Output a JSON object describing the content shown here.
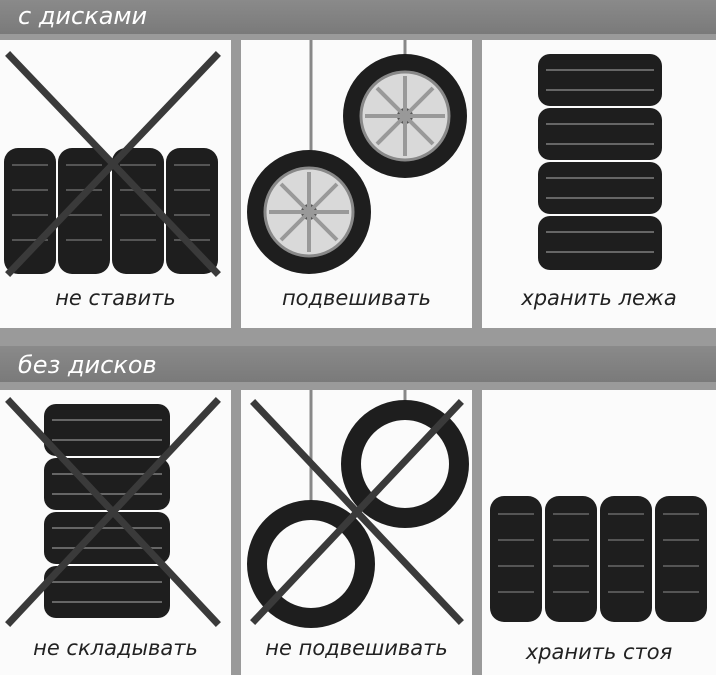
{
  "sections": [
    {
      "title": "с дисками",
      "panels": [
        {
          "caption": "не ставить",
          "crossed": true,
          "icon": "tires-with-rims-standing-icon"
        },
        {
          "caption": "подвешивать",
          "crossed": false,
          "icon": "hanging-wheels-with-rims-icon"
        },
        {
          "caption": "хранить лежа",
          "crossed": false,
          "icon": "stacked-tires-icon"
        }
      ]
    },
    {
      "title": "без дисков",
      "panels": [
        {
          "caption": "не складывать",
          "crossed": true,
          "icon": "stacked-tires-icon"
        },
        {
          "caption": "не подвешивать",
          "crossed": true,
          "icon": "hanging-tires-without-rims-icon"
        },
        {
          "caption": "хранить стоя",
          "crossed": false,
          "icon": "tires-standing-icon"
        }
      ]
    }
  ],
  "colors": {
    "background": "#9a9a9a",
    "panel": "#fbfbfb",
    "cross": "#3a3a3a",
    "tire": "#1e1e1e"
  }
}
